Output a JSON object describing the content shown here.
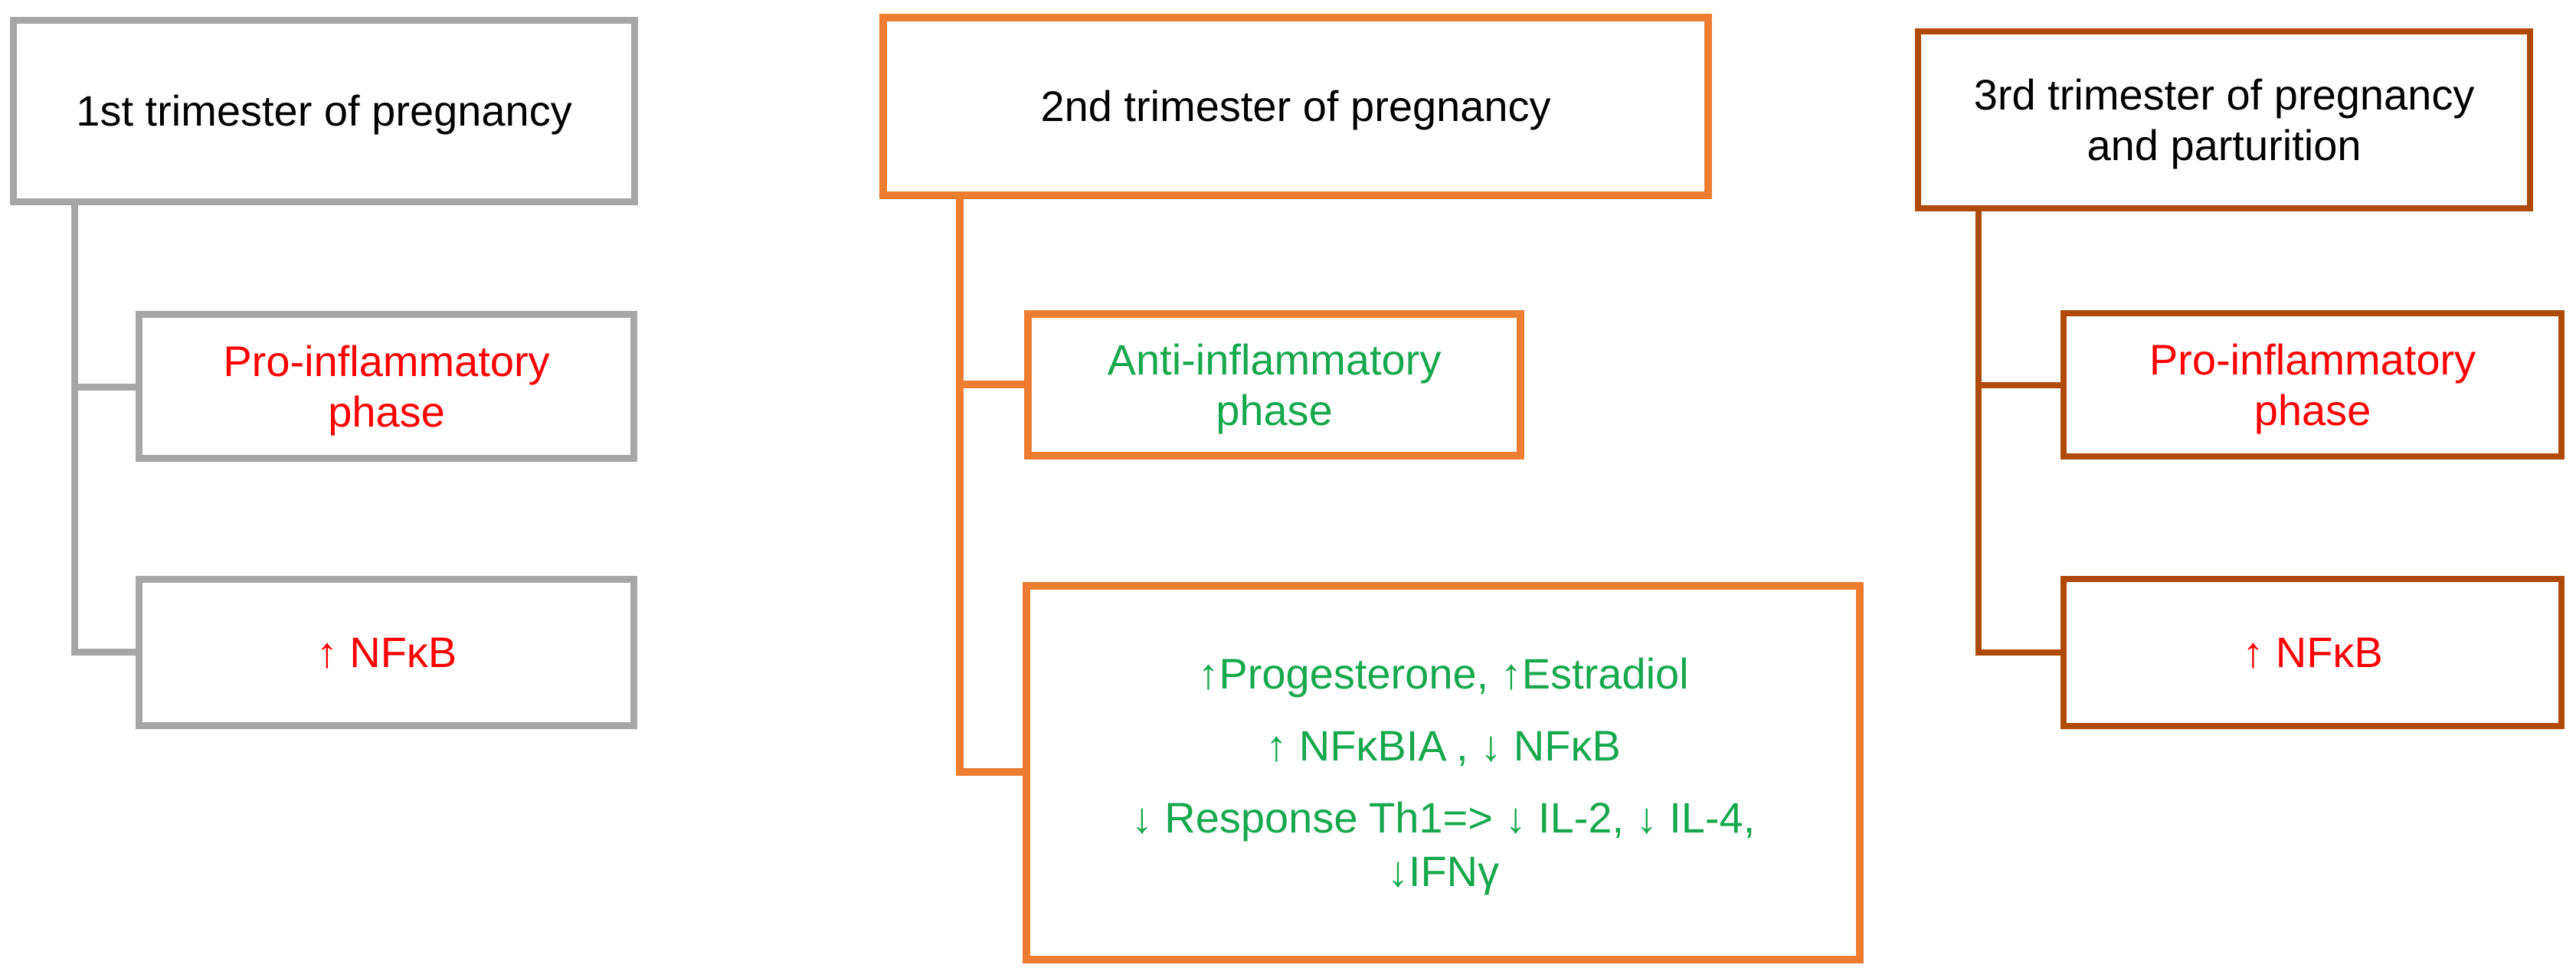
{
  "diagram": {
    "type": "smartart-hierarchy",
    "topic": "Inflammatory phases across pregnancy trimesters",
    "palette": {
      "column1_accent": "#A6A6A6",
      "column2_accent": "#ED7D31",
      "column3_accent": "#B04A08",
      "pro_inflammatory_text": "#FF0000",
      "anti_inflammatory_text": "#17A84E",
      "header_text": "#000000",
      "background": "#FFFFFF"
    },
    "columns": [
      {
        "id": "first-trimester",
        "accent": "#A6A6A6",
        "header": {
          "lines": [
            "1st trimester of pregnancy"
          ]
        },
        "boxes": [
          {
            "name": "pro-inflammatory-phase",
            "text_color": "#FF0000",
            "lines": [
              "Pro-inflammatory",
              "phase"
            ]
          },
          {
            "name": "nfkb-increase",
            "text_color": "#FF0000",
            "lines": [
              "↑ NFκB"
            ]
          }
        ]
      },
      {
        "id": "second-trimester",
        "accent": "#ED7D31",
        "header": {
          "lines": [
            "2nd trimester of pregnancy"
          ]
        },
        "boxes": [
          {
            "name": "anti-inflammatory-phase",
            "text_color": "#17A84E",
            "lines": [
              "Anti-inflammatory",
              "phase"
            ]
          },
          {
            "name": "anti-inflammatory-mediators",
            "text_color": "#17A84E",
            "lines": [
              "↑Progesterone, ↑Estradiol",
              "↑ NFκBIA , ↓ NFκB",
              "↓ Response Th1=> ↓ IL-2, ↓ IL-4,",
              "↓IFNγ"
            ]
          }
        ]
      },
      {
        "id": "third-trimester",
        "accent": "#B04A08",
        "header": {
          "lines": [
            "3rd trimester of pregnancy",
            "and parturition"
          ]
        },
        "boxes": [
          {
            "name": "pro-inflammatory-phase",
            "text_color": "#FF0000",
            "lines": [
              "Pro-inflammatory",
              "phase"
            ]
          },
          {
            "name": "nfkb-increase",
            "text_color": "#FF0000",
            "lines": [
              "↑ NFκB"
            ]
          }
        ]
      }
    ]
  }
}
